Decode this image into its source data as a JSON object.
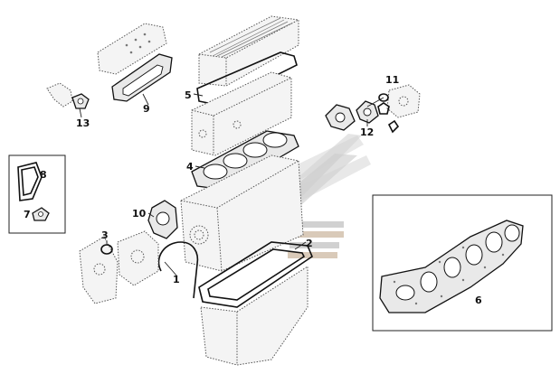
{
  "diagram": {
    "callouts": [
      {
        "id": "1",
        "label": "1"
      },
      {
        "id": "2",
        "label": "2"
      },
      {
        "id": "3",
        "label": "3"
      },
      {
        "id": "4",
        "label": "4"
      },
      {
        "id": "5",
        "label": "5"
      },
      {
        "id": "6",
        "label": "6"
      },
      {
        "id": "7",
        "label": "7"
      },
      {
        "id": "8",
        "label": "8"
      },
      {
        "id": "9",
        "label": "9"
      },
      {
        "id": "10",
        "label": "10"
      },
      {
        "id": "11",
        "label": "11"
      },
      {
        "id": "12",
        "label": "12"
      },
      {
        "id": "13",
        "label": "13"
      }
    ],
    "watermark_color": "#b8b8b8",
    "watermark_accent_color": "#d9c4a8"
  }
}
